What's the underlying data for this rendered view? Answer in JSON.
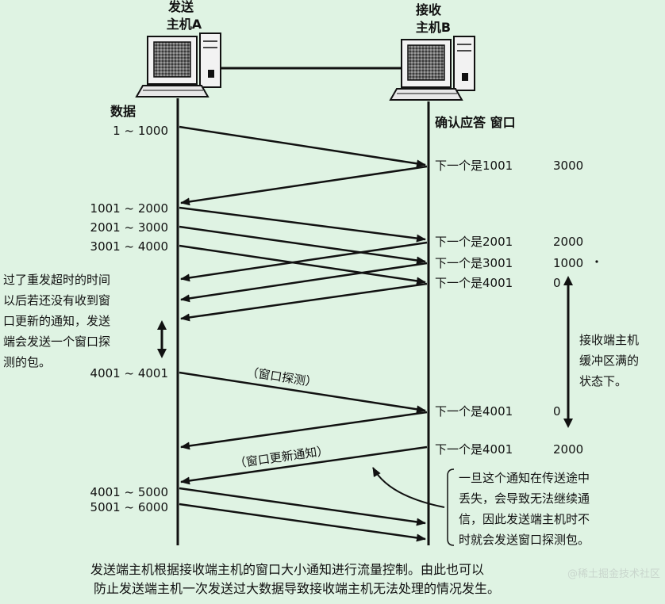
{
  "hosts": {
    "sender": {
      "title": [
        "发送",
        "主机A"
      ]
    },
    "receiver": {
      "title": [
        "接收",
        "主机B"
      ]
    }
  },
  "headers": {
    "data": "数据",
    "ack_window": "确认应答 窗口"
  },
  "data_labels": [
    "1 ~ 1000",
    "1001 ~ 2000",
    "2001 ~ 3000",
    "3001 ~ 4000",
    "4001 ~ 4001",
    "4001 ~ 5000",
    "5001 ~ 6000"
  ],
  "acks": [
    {
      "next": "下一个是1001",
      "window": "3000"
    },
    {
      "next": "下一个是2001",
      "window": "2000"
    },
    {
      "next": "下一个是3001",
      "window": "1000"
    },
    {
      "next": "下一个是4001",
      "window": "0"
    },
    {
      "next": "下一个是4001",
      "window": "0"
    },
    {
      "next": "下一个是4001",
      "window": "2000"
    }
  ],
  "probe_label": "（窗口探测）",
  "update_label": "（窗口更新通知）",
  "left_note": [
    "过了重发超时的时间",
    "以后若还没有收到窗",
    "口更新的通知，发送",
    "端会发送一个窗口探",
    "测的包。"
  ],
  "right_note": [
    "接收端主机",
    "缓冲区满的",
    "状态下。"
  ],
  "callout": [
    "一旦这个通知在传送途中",
    "丢失，会导致无法继续通",
    "信，因此发送端主机时不",
    "时就会发送窗口探测包。"
  ],
  "caption": [
    "发送端主机根据接收端主机的窗口大小通知进行流量控制。由此也可以",
    "防止发送端主机一次发送过大数据导致接收端主机无法处理的情况发生。"
  ],
  "watermark": "@稀土掘金技术社区"
}
